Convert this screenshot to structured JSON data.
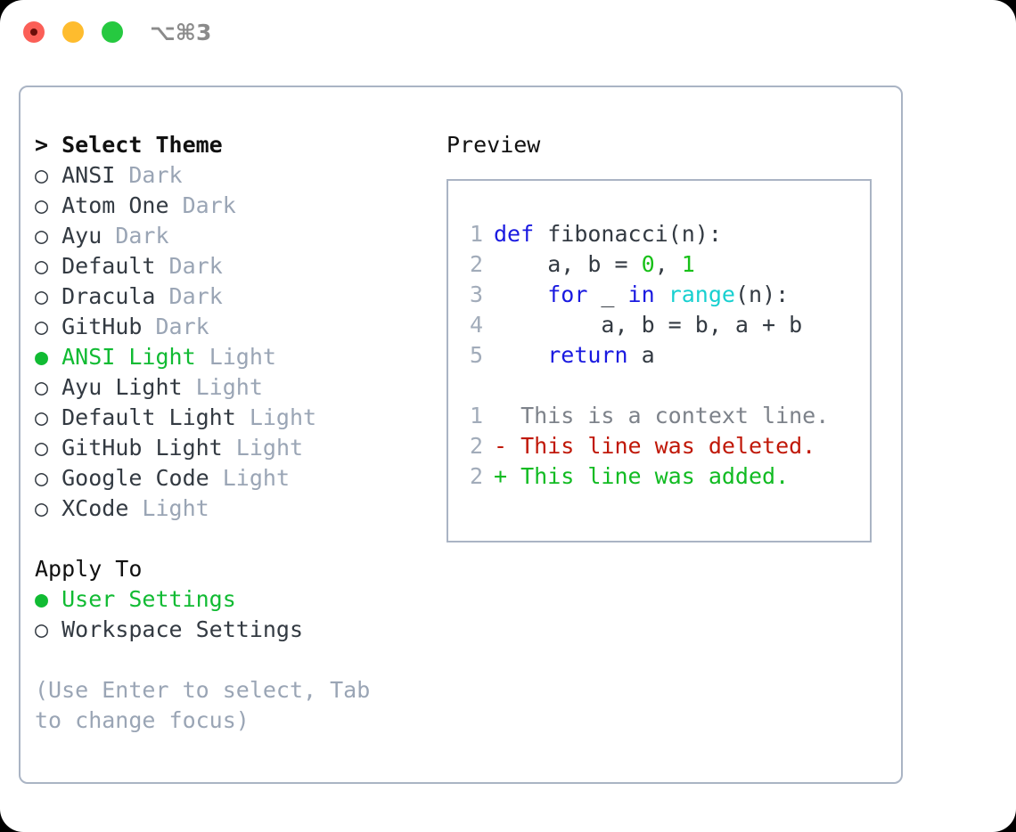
{
  "titlebar": {
    "shortcut": "⌥⌘3",
    "lights": [
      "close-light",
      "minimize-light",
      "maximize-light"
    ]
  },
  "theme_panel": {
    "heading": "> Select Theme",
    "options": [
      {
        "bullet": "○",
        "label": "ANSI",
        "kind": "Dark",
        "selected": false
      },
      {
        "bullet": "○",
        "label": "Atom One",
        "kind": "Dark",
        "selected": false
      },
      {
        "bullet": "○",
        "label": "Ayu",
        "kind": "Dark",
        "selected": false
      },
      {
        "bullet": "○",
        "label": "Default",
        "kind": "Dark",
        "selected": false
      },
      {
        "bullet": "○",
        "label": "Dracula",
        "kind": "Dark",
        "selected": false
      },
      {
        "bullet": "○",
        "label": "GitHub",
        "kind": "Dark",
        "selected": false
      },
      {
        "bullet": "●",
        "label": "ANSI Light",
        "kind": "Light",
        "selected": true
      },
      {
        "bullet": "○",
        "label": "Ayu Light",
        "kind": "Light",
        "selected": false
      },
      {
        "bullet": "○",
        "label": "Default Light",
        "kind": "Light",
        "selected": false
      },
      {
        "bullet": "○",
        "label": "GitHub Light",
        "kind": "Light",
        "selected": false
      },
      {
        "bullet": "○",
        "label": "Google Code",
        "kind": "Light",
        "selected": false
      },
      {
        "bullet": "○",
        "label": "XCode",
        "kind": "Light",
        "selected": false
      }
    ]
  },
  "apply_to": {
    "heading": "Apply To",
    "options": [
      {
        "bullet": "●",
        "label": "User Settings",
        "selected": true
      },
      {
        "bullet": "○",
        "label": "Workspace Settings",
        "selected": false
      }
    ]
  },
  "hint": "(Use Enter to select, Tab to change focus)",
  "preview": {
    "heading": "Preview",
    "code_lines": [
      {
        "n": "1",
        "tokens": [
          {
            "t": "def ",
            "c": "kw"
          },
          {
            "t": "fibonacci(n):",
            "c": "plain"
          }
        ]
      },
      {
        "n": "2",
        "tokens": [
          {
            "t": "    a, b = ",
            "c": "plain"
          },
          {
            "t": "0",
            "c": "num"
          },
          {
            "t": ", ",
            "c": "plain"
          },
          {
            "t": "1",
            "c": "num"
          }
        ]
      },
      {
        "n": "3",
        "tokens": [
          {
            "t": "    ",
            "c": "plain"
          },
          {
            "t": "for",
            "c": "kw"
          },
          {
            "t": " _ ",
            "c": "plain"
          },
          {
            "t": "in",
            "c": "kw"
          },
          {
            "t": " ",
            "c": "plain"
          },
          {
            "t": "range",
            "c": "fn"
          },
          {
            "t": "(n):",
            "c": "plain"
          }
        ]
      },
      {
        "n": "4",
        "tokens": [
          {
            "t": "        a, b = b, a + b",
            "c": "plain"
          }
        ]
      },
      {
        "n": "5",
        "tokens": [
          {
            "t": "    ",
            "c": "plain"
          },
          {
            "t": "return",
            "c": "kw"
          },
          {
            "t": " a",
            "c": "plain"
          }
        ]
      }
    ],
    "diff_lines": [
      {
        "n": "1",
        "marker": "  ",
        "text": "This is a context line.",
        "c": "ctx"
      },
      {
        "n": "2",
        "marker": "- ",
        "text": "This line was deleted.",
        "c": "del"
      },
      {
        "n": "2",
        "marker": "+ ",
        "text": "This line was added.",
        "c": "add"
      }
    ]
  },
  "colors": {
    "accent_green": "#11bb33",
    "keyword_blue": "#1a1ae0",
    "function_cyan": "#18d0d0",
    "number_green": "#18c018",
    "diff_delete_red": "#c01808",
    "diff_add_green": "#11bb22",
    "muted_gray": "#9aa5b5",
    "border_gray": "#aab4c4"
  }
}
